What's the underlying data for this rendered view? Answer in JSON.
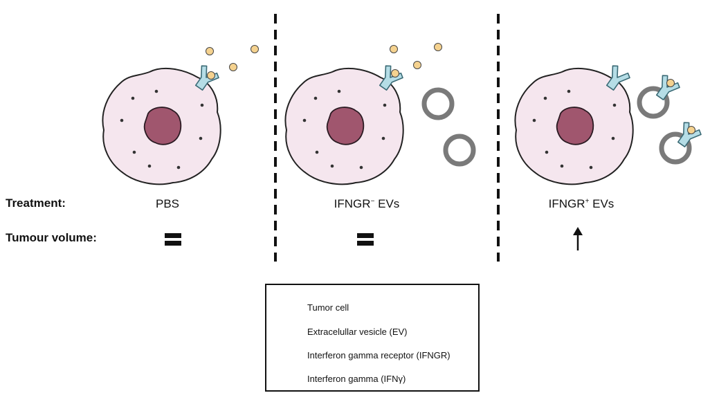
{
  "labels": {
    "treatment": "Treatment:",
    "tumour_volume": "Tumour volume:"
  },
  "columns": [
    {
      "name": "PBS",
      "volume_symbol": "equal"
    },
    {
      "name_prefix": "IFNGR",
      "name_sup": "−",
      "name_suffix": " EVs",
      "volume_symbol": "equal"
    },
    {
      "name_prefix": "IFNGR",
      "name_sup": "+",
      "name_suffix": " EVs",
      "volume_symbol": "up-arrow"
    }
  ],
  "legend": {
    "tumor_cell": "Tumor cell",
    "ev": "Extracelullar vesicle (EV)",
    "receptor": "Interferon gamma receptor (IFNGR)",
    "ifn": "Interferon gamma (IFNγ)"
  },
  "colors": {
    "cell_fill": "#f5e6ee",
    "nucleus": "#a0566e",
    "receptor": "#b5dde6",
    "ifn": "#f5d28f",
    "ev_ring": "#7a7a7a"
  }
}
